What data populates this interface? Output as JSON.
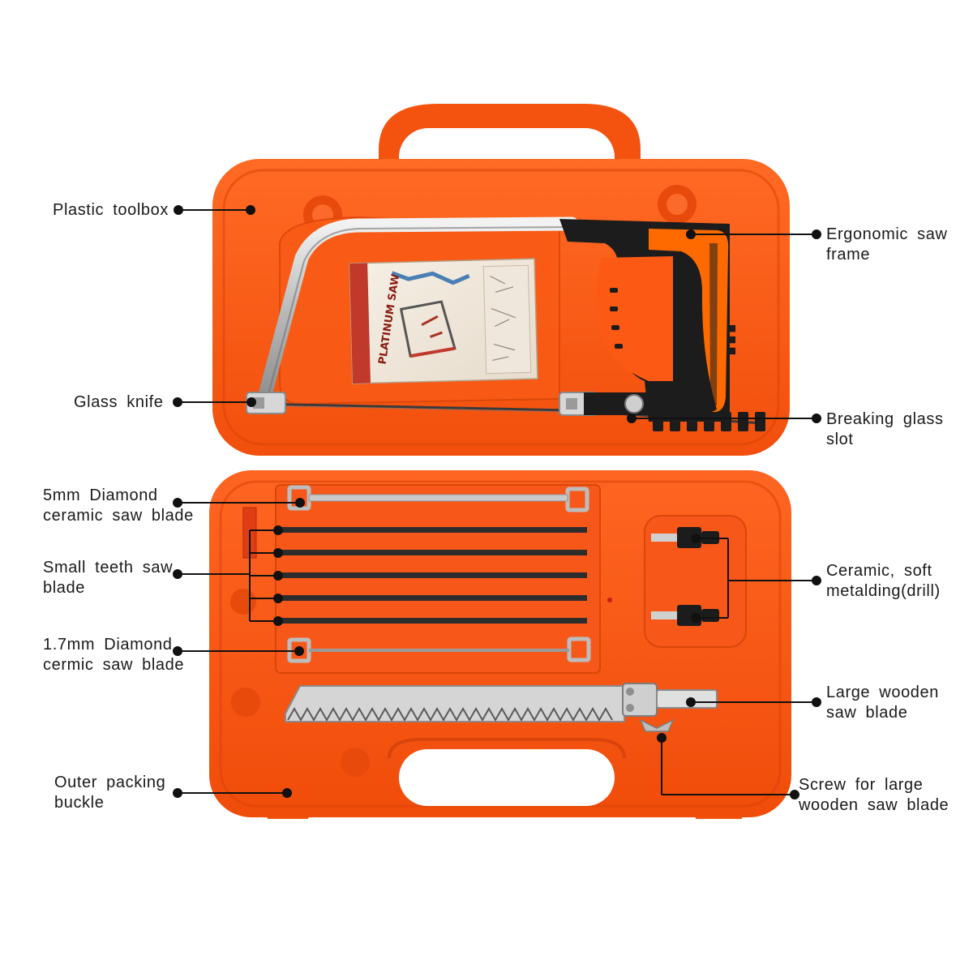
{
  "colors": {
    "case_orange": "#fc5a14",
    "case_shadow": "#d8430a",
    "case_highlight": "#ff7a3a",
    "leader_line": "#111111",
    "text": "#1a1a1a",
    "handle_orange": "#ff6a00",
    "handle_black": "#1c1c1c",
    "metal": "#c8c8c8"
  },
  "card": {
    "title": "PLATINUM SAW"
  },
  "labels": {
    "plastic_toolbox": "Plastic  toolbox",
    "glass_knife": "Glass  knife",
    "diamond_5mm": [
      "5mm  Diamond",
      "ceramic  saw  blade"
    ],
    "small_teeth": [
      "Small  teeth  saw",
      "blade"
    ],
    "diamond_17mm": [
      "1.7mm  Diamond",
      "cermic  saw  blade"
    ],
    "outer_buckle": [
      "Outer  packing",
      "buckle"
    ],
    "ergonomic": [
      "Ergonomic  saw",
      "frame"
    ],
    "breaking_glass": [
      "Breaking  glass",
      "slot"
    ],
    "ceramic_drill": [
      "Ceramic,  soft",
      "metalding(drill)"
    ],
    "large_wooden": [
      "Large  wooden",
      "saw  blade"
    ],
    "screw": [
      "Screw  for  large",
      "wooden  saw  blade"
    ]
  }
}
